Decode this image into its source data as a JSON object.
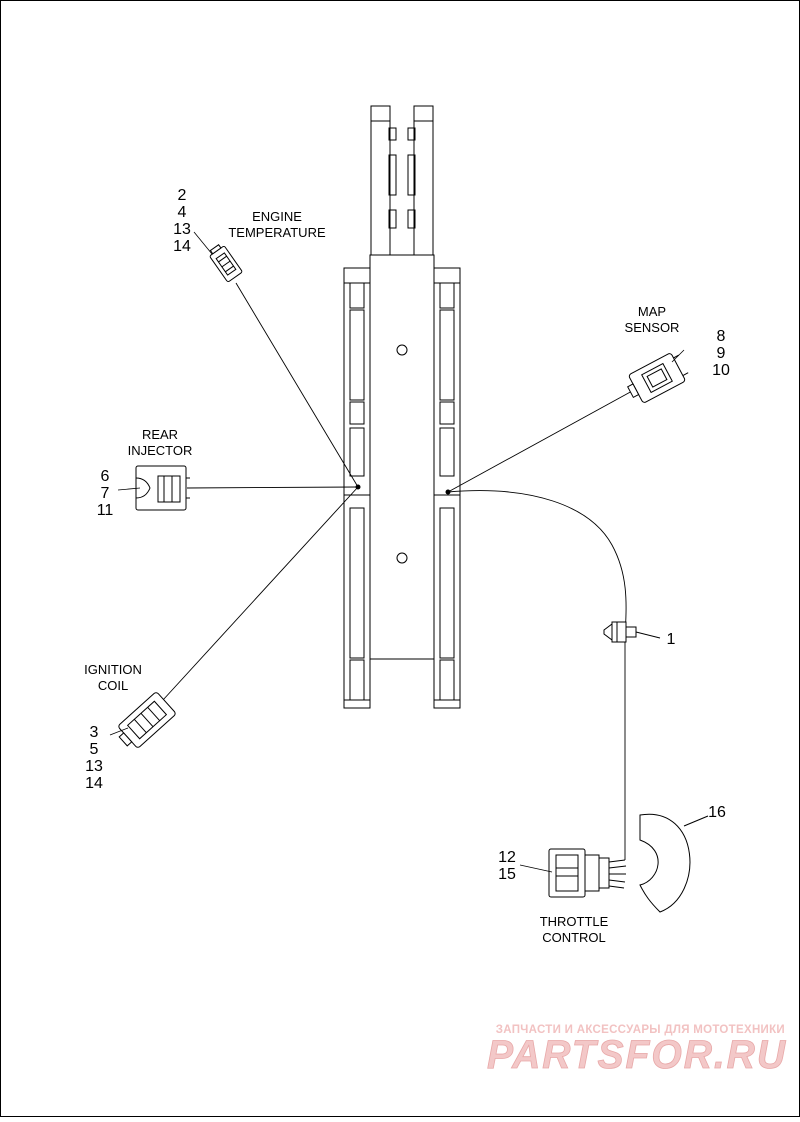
{
  "labels": {
    "engine_temperature": [
      "ENGINE",
      "TEMPERATURE"
    ],
    "map_sensor": [
      "MAP",
      "SENSOR"
    ],
    "rear_injector": [
      "REAR",
      "INJECTOR"
    ],
    "ignition_coil": [
      "IGNITION",
      "COIL"
    ],
    "throttle_control": [
      "THROTTLE",
      "CONTROL"
    ]
  },
  "callouts": {
    "engine_temperature": [
      "2",
      "4",
      "13",
      "14"
    ],
    "map_sensor": [
      "8",
      "9",
      "10"
    ],
    "rear_injector": [
      "6",
      "7",
      "11"
    ],
    "ignition_coil": [
      "3",
      "5",
      "13",
      "14"
    ],
    "clip": "1",
    "throttle_control": [
      "12",
      "15"
    ],
    "cover": "16"
  },
  "watermark": {
    "tagline": "ЗАПЧАСТИ И АКСЕССУАРЫ ДЛЯ МОТОТЕХНИКИ",
    "logo": "PARTSFOR.RU"
  },
  "colors": {
    "line": "#000000",
    "watermark": "#f2c2c2"
  }
}
